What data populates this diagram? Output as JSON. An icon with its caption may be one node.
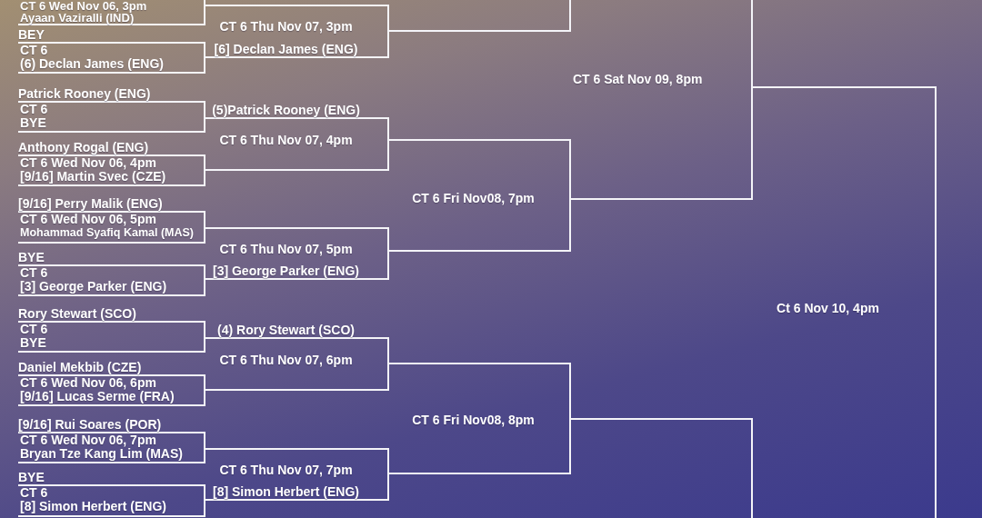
{
  "diagram": {
    "nodes": [
      {
        "text": [
          "CT 6 Wed Nov 06, 3pm",
          "Ayaan Vaziralli (IND)"
        ]
      },
      {
        "text": [
          "BEY",
          "CT 6",
          "(6) Declan James (ENG)"
        ]
      },
      {
        "text": [
          "Patrick Rooney (ENG)",
          "CT 6",
          "BYE"
        ]
      },
      {
        "text": [
          "Anthony Rogal (ENG)",
          "CT 6 Wed Nov 06, 4pm",
          "[9/16] Martin Svec (CZE)"
        ]
      },
      {
        "text": [
          "[9/16] Perry Malik (ENG)",
          "CT 6 Wed Nov 06, 5pm",
          "Mohammad Syafiq Kamal (MAS)"
        ]
      },
      {
        "text": [
          "BYE",
          "CT 6",
          "[3] George Parker (ENG)"
        ]
      },
      {
        "text": [
          "Rory Stewart (SCO)",
          "CT 6",
          "BYE"
        ]
      },
      {
        "text": [
          "Daniel Mekbib (CZE)",
          "CT 6 Wed Nov 06, 6pm",
          "[9/16] Lucas Serme (FRA)"
        ]
      },
      {
        "text": [
          "[9/16] Rui Soares (POR)",
          "CT 6 Wed Nov 06, 7pm",
          "Bryan Tze Kang Lim (MAS)"
        ]
      },
      {
        "text": [
          "BYE",
          "CT 6",
          "[8] Simon Herbert (ENG)"
        ]
      },
      {
        "text": [
          "CT 6 Thu Nov 07, 3pm",
          "[6] Declan James (ENG)"
        ]
      },
      {
        "text": [
          "(5)Patrick Rooney (ENG)",
          "CT 6 Thu Nov 07, 4pm"
        ]
      },
      {
        "text": [
          "CT 6 Thu Nov 07, 5pm",
          "[3] George Parker (ENG)"
        ]
      },
      {
        "text": [
          "(4) Rory Stewart (SCO)",
          "CT 6 Thu Nov 07, 6pm"
        ]
      },
      {
        "text": [
          "CT 6 Thu Nov 07, 7pm",
          "[8] Simon Herbert (ENG)"
        ]
      },
      {
        "text": [],
        "shape": "bracket"
      },
      {
        "text": [
          "CT 6 Fri Nov08, 7pm"
        ]
      },
      {
        "text": [
          "CT 6 Fri Nov08, 8pm"
        ]
      },
      {
        "text": [
          "CT 6 Sat Nov 09, 8pm"
        ]
      },
      {
        "text": [],
        "shape": "bracket"
      },
      {
        "text": [
          "Ct 6 Nov 10, 4pm"
        ]
      }
    ]
  }
}
